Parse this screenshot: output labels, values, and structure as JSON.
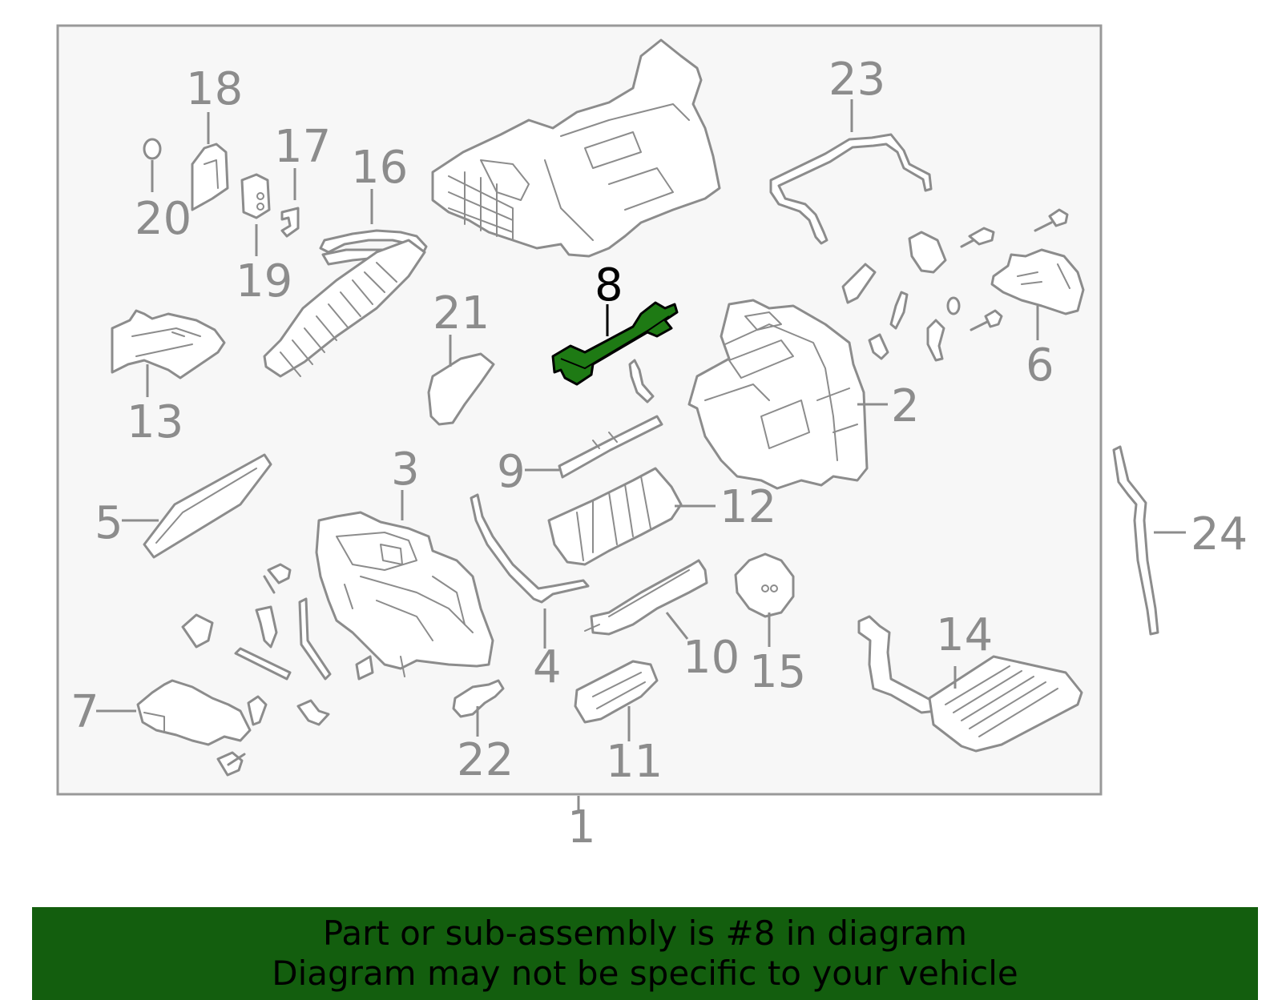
{
  "diagram": {
    "highlight_color": "#1e7a14",
    "line_color": "#8c8c8c",
    "highlighted_part": "8",
    "callouts": {
      "c1": "1",
      "c2": "2",
      "c3": "3",
      "c4": "4",
      "c5": "5",
      "c6": "6",
      "c7": "7",
      "c8": "8",
      "c9": "9",
      "c10": "10",
      "c11": "11",
      "c12": "12",
      "c13": "13",
      "c14": "14",
      "c15": "15",
      "c16": "16",
      "c17": "17",
      "c18": "18",
      "c19": "19",
      "c20": "20",
      "c21": "21",
      "c22": "22",
      "c23": "23",
      "c24": "24"
    }
  },
  "banner": {
    "line1": "Part or sub-assembly is #8 in diagram",
    "line2": "Diagram may not be specific to your vehicle",
    "background": "#135e0e"
  }
}
